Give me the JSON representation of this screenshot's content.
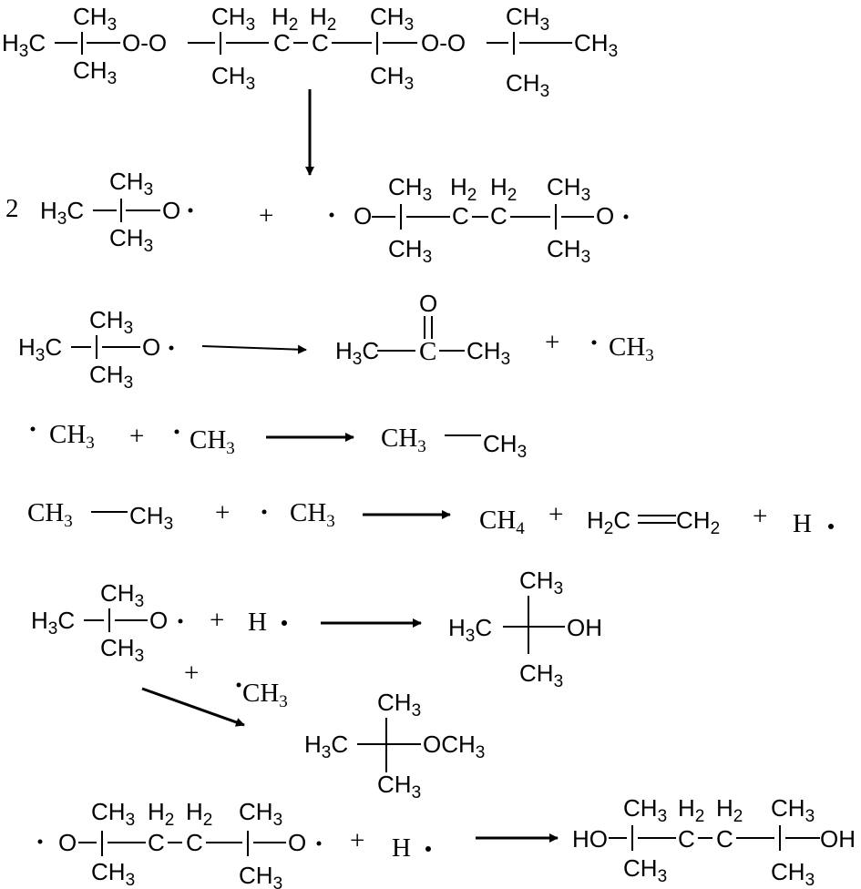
{
  "scheme": {
    "reactant": {
      "t_left": "H3C",
      "ch3_top_1": "CH3",
      "ch3_bot_1": "CH3",
      "oo_1": "O-O",
      "ch3_top_2": "CH3",
      "h2_a": "H2",
      "h2_b": "H2",
      "c_a": "C",
      "c_b": "C",
      "ch3_bot_2": "CH3",
      "ch3_top_3": "CH3",
      "ch3_bot_3": "CH3",
      "oo_2": "O-O",
      "ch3_top_4": "CH3",
      "t_right": "CH3",
      "ch3_bot_4": "CH3"
    },
    "step1": {
      "coef": "2",
      "tbuo_left": "H3C",
      "tbuo_top": "CH3",
      "tbuo_bot": "CH3",
      "tbuo_o": "O",
      "plus": "+",
      "diradical_o_left": "O",
      "dr_top_1": "CH3",
      "dr_bot_1": "CH3",
      "dr_h2_a": "H2",
      "dr_h2_b": "H2",
      "dr_c_a": "C",
      "dr_c_b": "C",
      "dr_top_2": "CH3",
      "dr_bot_2": "CH3",
      "diradical_o_right": "O"
    },
    "step2": {
      "tbuo_left": "H3C",
      "tbuo_top": "CH3",
      "tbuo_bot": "CH3",
      "tbuo_o": "O",
      "acetone_o": "O",
      "acetone_left": "H3C",
      "acetone_c": "C",
      "acetone_right": "CH3",
      "plus": "+",
      "methyl": "CH3"
    },
    "step3": {
      "methyl_1": "CH3",
      "plus": "+",
      "methyl_2": "CH3",
      "ethane_left": "CH3",
      "ethane_right": "CH3"
    },
    "step4": {
      "ethane_left": "CH3",
      "ethane_right": "CH3",
      "plus_1": "+",
      "methyl": "CH3",
      "methane": "CH4",
      "plus_2": "+",
      "ethylene_left": "H2C",
      "ethylene_right": "CH2",
      "plus_3": "+",
      "h_radical": "H"
    },
    "step5": {
      "tbuo_left": "H3C",
      "tbuo_top": "CH3",
      "tbuo_bot": "CH3",
      "tbuo_o": "O",
      "plus": "+",
      "h_radical": "H",
      "tbuoh_top": "CH3",
      "tbuoh_left": "H3C",
      "tbuoh_oh": "OH",
      "tbuoh_bot": "CH3",
      "branch_plus": "+",
      "branch_methyl": "CH3",
      "ether_top": "CH3",
      "ether_left": "H3C",
      "ether_och3": "OCH3",
      "ether_bot": "CH3"
    },
    "step6": {
      "dr_o_left": "O",
      "dr_top_1": "CH3",
      "dr_h2_a": "H2",
      "dr_h2_b": "H2",
      "dr_top_2": "CH3",
      "dr_c_a": "C",
      "dr_c_b": "C",
      "dr_bot_1": "CH3",
      "dr_bot_2": "CH3",
      "dr_o_right": "O",
      "plus": "+",
      "h_radical": "H",
      "diol_ho": "HO",
      "diol_top_1": "CH3",
      "diol_h2_a": "H2",
      "diol_h2_b": "H2",
      "diol_top_2": "CH3",
      "diol_c_a": "C",
      "diol_c_b": "C",
      "diol_oh": "OH",
      "diol_bot_1": "CH3",
      "diol_bot_2": "CH3"
    }
  }
}
